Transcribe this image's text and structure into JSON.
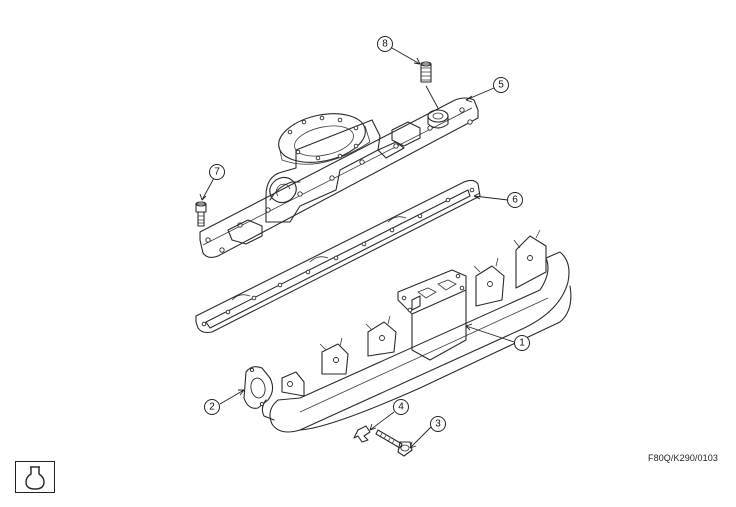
{
  "figure": {
    "reference_code": "F80Q/K290/0103"
  },
  "callouts": [
    {
      "id": "part-1",
      "label": "1"
    },
    {
      "id": "part-2",
      "label": "2"
    },
    {
      "id": "part-3",
      "label": "3"
    },
    {
      "id": "part-4",
      "label": "4"
    },
    {
      "id": "part-5",
      "label": "5"
    },
    {
      "id": "part-6",
      "label": "6"
    },
    {
      "id": "part-7",
      "label": "7"
    },
    {
      "id": "part-8",
      "label": "8"
    }
  ],
  "icons": {
    "corner_symbol": "removal-symbol-icon"
  },
  "colors": {
    "line": "#2a2a2a",
    "background": "#ffffff"
  }
}
